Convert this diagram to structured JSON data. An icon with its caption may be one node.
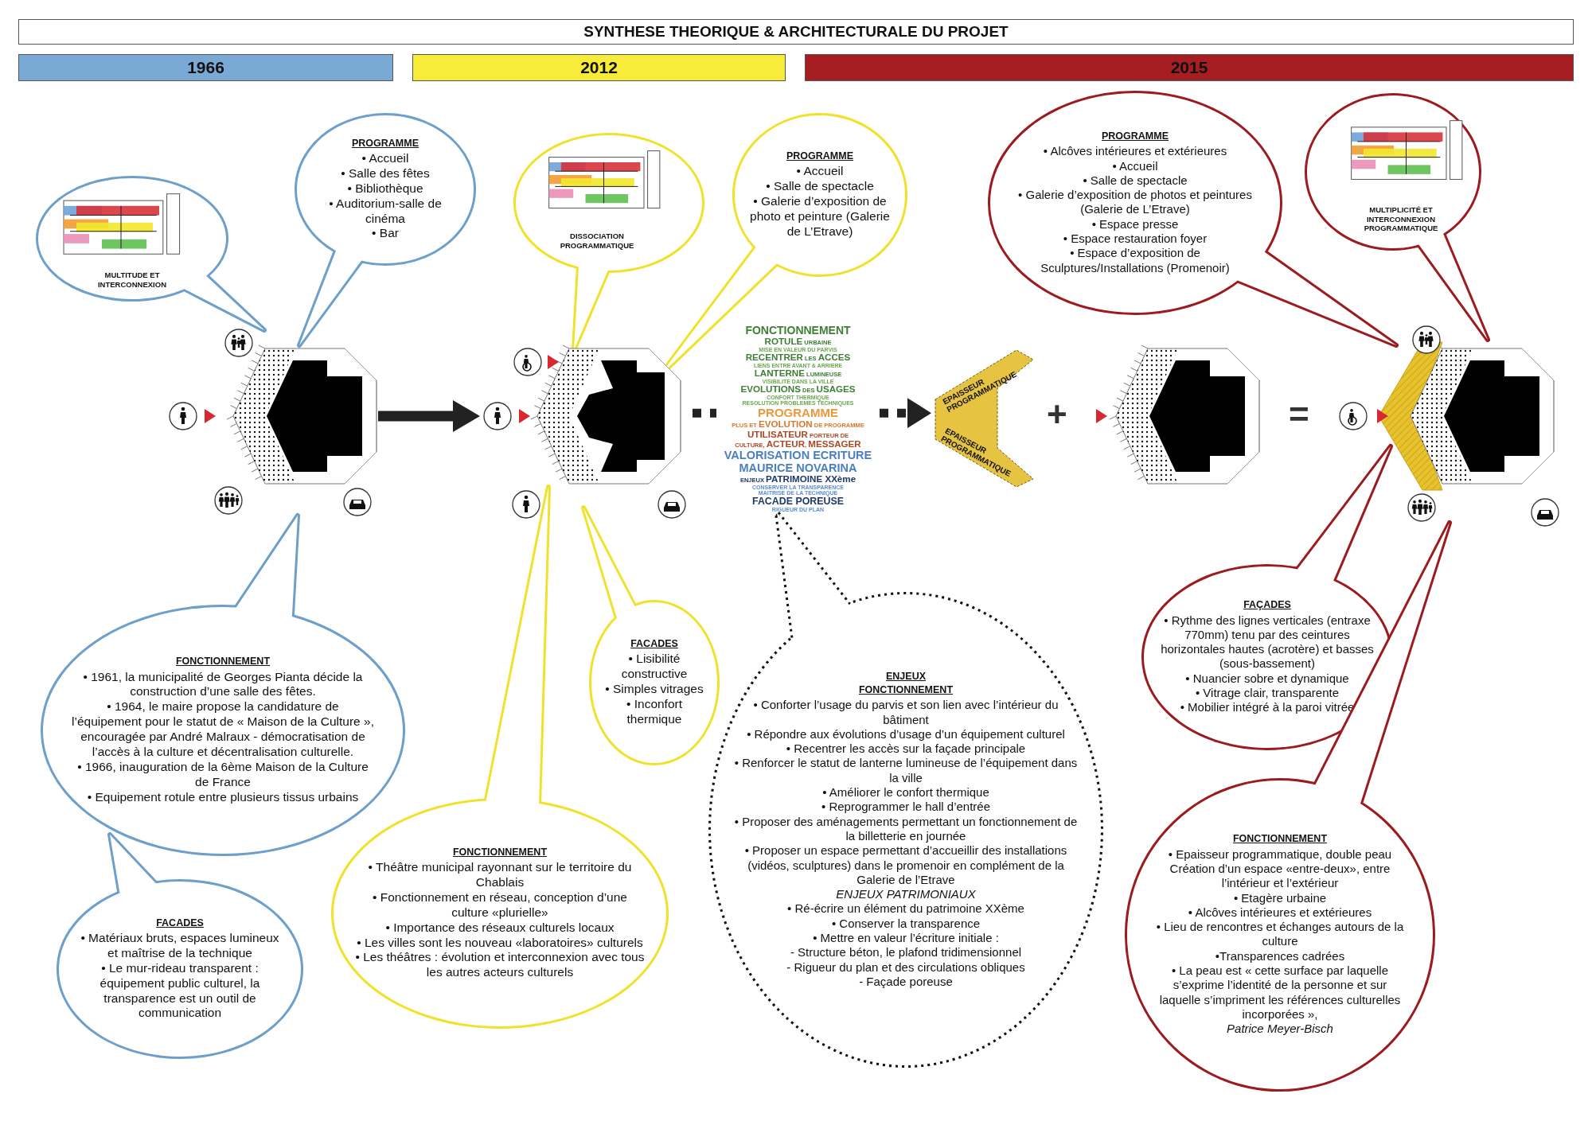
{
  "diagram": {
    "nodes": [
      {
        "text": [
          "SYNTHESE THEORIQUE & ARCHITECTURALE DU PROJET"
        ]
      },
      {
        "text": [
          "1966"
        ]
      },
      {
        "text": [
          "2012"
        ]
      },
      {
        "text": [
          "2015"
        ]
      },
      {
        "text": [
          "MULTITUDE ET INTERCONNEXION"
        ]
      },
      {
        "text": [
          "PROGRAMME",
          "• Accueil",
          "• Salle des fêtes",
          "• Bibliothèque",
          "• Auditorium-salle de cinéma",
          "• Bar"
        ]
      },
      {
        "text": [],
        "shape": "picture"
      },
      {
        "text": [
          "FONCTIONNEMENT",
          "• 1961, la municipalité de Georges Pianta décide la construction d’une salle des fêtes.",
          "• 1964, le maire propose la candidature de l’équipement pour le statut de « Maison de la Culture », encouragée par André Malraux - démocratisation de l’accès à la culture et décentralisation culturelle.",
          "• 1966, inauguration de la 6ème Maison de la Culture de France",
          "• Equipement rotule entre plusieurs tissus urbains"
        ]
      },
      {
        "text": [
          "FACADES",
          "• Matériaux bruts, espaces lumineux et maîtrise de la technique",
          "• Le mur-rideau transparent : équipement public culturel, la transparence est un outil de communication"
        ]
      },
      {
        "text": [
          "DISSOCIATION PROGRAMMATIQUE"
        ]
      },
      {
        "text": [
          "PROGRAMME",
          "• Accueil",
          "• Salle de spectacle",
          "• Galerie d’exposition de photo et peinture (Galerie de L’Etrave)"
        ]
      },
      {
        "text": [],
        "shape": "picture"
      },
      {
        "text": [
          "FACADES",
          "• Lisibilité constructive",
          "• Simples vitrages",
          "• Inconfort thermique"
        ]
      },
      {
        "text": [
          "FONCTIONNEMENT",
          "• Théâtre municipal rayonnant sur le territoire du Chablais",
          "• Fonctionnement en réseau, conception d’une culture «plurielle»",
          "• Importance des réseaux culturels locaux",
          "• Les villes sont les nouveau «laboratoires» culturels",
          "• Les théâtres : évolution et interconnexion avec tous les autres acteurs culturels"
        ]
      },
      {
        "text": [
          "FONCTIONNEMENT",
          "**ROTULE** URBAINE",
          "MISE EN VALEUR DU PARVIS",
          "**RECENTRER** LES **ACCES**",
          "LIENS ENTRE AVANT & ARRIERE",
          "**LANTERNE** LUMINEUSE",
          "VISIBILITE DANS LA VILLE",
          "**EVOLUTIONS** DES **USAGES**",
          "CONFORT THERMIQUE",
          "RESOLUTION PROBLEMES TECHNIQUES",
          "PROGRAMME",
          "PLUS ET **EVOLUTION** DE PROGRAMME",
          "**UTILISATEUR** PORTEUR DE",
          "CULTURE, **ACTEUR**, **MESSAGER**",
          "VALORISATION ECRITURE",
          "MAURICE NOVARINA",
          "ENJEUX **PATRIMOINE XXème**",
          "CONSERVER LA TRANSPARENCE",
          "MAITRISE DE LA TECHNIQUE",
          "**FACADE POREUSE**",
          "RIGUEUR DU PLAN"
        ]
      },
      {
        "text": [
          "ENJEUX",
          "FONCTIONNEMENT",
          "• Conforter l’usage du parvis et son lien avec l’intérieur du bâtiment",
          "• Répondre aux évolutions d’usage d’un équipement culturel",
          "• Recentrer les accès sur la façade principale",
          "• Renforcer le statut de lanterne lumineuse de l’équipement dans la ville",
          "• Améliorer le confort thermique",
          "• Reprogrammer le hall d’entrée",
          "• Proposer des aménagements permettant un fonctionnement de la billetterie en journée",
          "• Proposer un espace permettant d’accueillir des installations (vidéos, sculptures) dans le promenoir en complément de la Galerie de l’Etrave",
          "ENJEUX PATRIMONIAUX",
          "• Ré-écrire un élément du patrimoine XXème",
          "• Conserver la transparence",
          "• Mettre en valeur l’écriture initiale :",
          "- Structure béton, le plafond tridimensionnel",
          "- Rigueur du plan et des circulations obliques",
          "- Façade poreuse"
        ]
      },
      {
        "text": [
          "EPAISSEUR PROGRAMMATIQUE",
          "EPAISSEUR PROGRAMMATIQUE"
        ]
      },
      {
        "text": [],
        "shape": "picture"
      },
      {
        "text": [],
        "shape": "picture"
      },
      {
        "text": [
          "PROGRAMME",
          "• Alcôves intérieures et extérieures",
          "• Accueil",
          "• Salle de spectacle",
          "• Galerie d’exposition de photos et peintures (Galerie de L’Etrave)",
          "• Espace presse",
          "• Espace restauration foyer",
          "• Espace d’exposition de Sculptures/Installations (Promenoir)"
        ]
      },
      {
        "text": [
          "MULTIPLICITÉ ET INTERCONNEXION PROGRAMMATIQUE"
        ]
      },
      {
        "text": [
          "FAÇADES",
          "• Rythme des lignes verticales (entraxe 770mm) tenu par des ceintures horizontales hautes (acrotère) et basses (sous-bassement)",
          "• Nuancier sobre et dynamique",
          "• Vitrage clair, transparente",
          "• Mobilier intégré à la paroi vitrée"
        ]
      },
      {
        "text": [
          "FONCTIONNEMENT",
          "• Epaisseur programmatique, double peau",
          "Création d’un espace «entre-deux», entre l’intérieur et l’extérieur",
          "• Etagère urbaine",
          "• Alcôves intérieures et extérieures",
          "• Lieu de rencontres et échanges autours de la culture",
          "•Transparences cadrées",
          "• La peau est « cette surface par laquelle s’exprime l’identité de la personne et sur laquelle s’impriment les références culturelles incorporées »,",
          "Patrice Meyer-Bisch"
        ]
      }
    ],
    "edges": [
      {
        "from": 6,
        "to": 11,
        "arrow": "to"
      },
      {
        "from": 11,
        "to": 14,
        "arrow": "none",
        "style": "dashed"
      },
      {
        "from": 14,
        "to": 16,
        "arrow": "to",
        "style": "dashed"
      }
    ],
    "labels": [
      "+",
      "="
    ]
  }
}
